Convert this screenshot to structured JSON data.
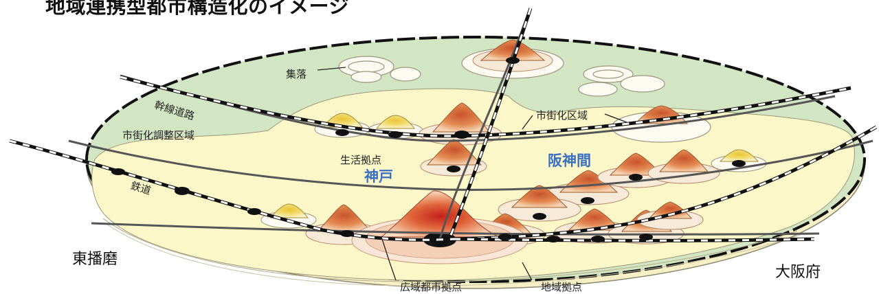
{
  "title": "地域連携型都市構造化のイメージ",
  "labels": {
    "shuraku": "集落",
    "kansen_doro": "幹線道路",
    "shigaika_chosei": "市街化調整区域",
    "shigaika_kuiki": "市街化区域",
    "seikatsu_kyoten": "生活拠点",
    "tetsudo": "鉄道",
    "kouiki_toshi_kyoten": "広域都市拠点",
    "chiiki_kyoten": "地域拠点"
  },
  "places": {
    "kobe": "神戸",
    "hanshinkan": "阪神間",
    "higashiharima": "東播磨",
    "osakafu": "大阪府"
  },
  "colors": {
    "outer_green": "#d3e6c3",
    "urban_yellow": "#fbf7c8",
    "accent_blue": "#3a6fc4",
    "hub_red": "#d23a1e",
    "hill_orange": "#e08a4a",
    "hill_yellow": "#f3df6b"
  }
}
